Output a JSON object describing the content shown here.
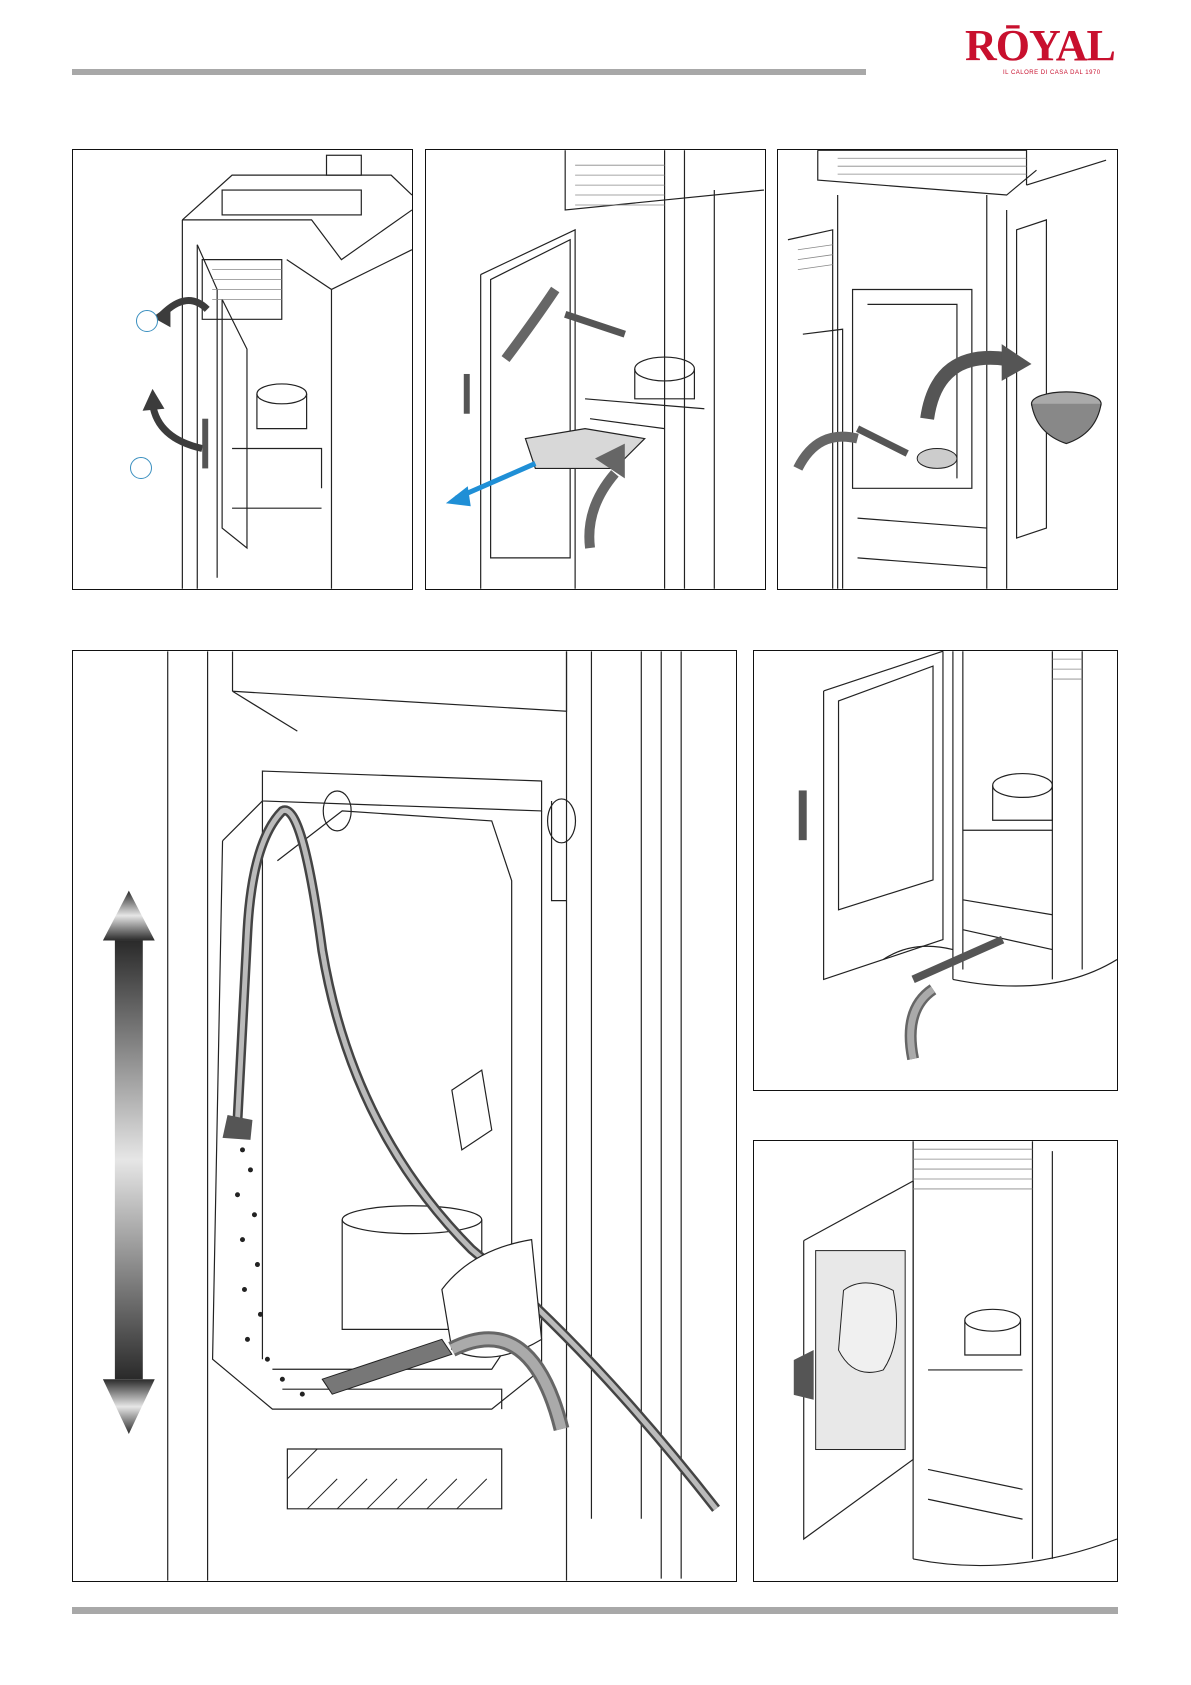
{
  "header": {
    "logo_text": "RŌYAL",
    "logo_tagline": "IL CALORE DI CASA DAL 1970",
    "brand_color": "#c8102e",
    "rule_color": "#a8a8a8"
  },
  "panels": [
    {
      "id": "open-door",
      "steps": [
        "",
        ""
      ]
    },
    {
      "id": "remove-ash-drawer"
    },
    {
      "id": "remove-burn-pot"
    },
    {
      "id": "vacuum-heat-exchanger"
    },
    {
      "id": "vacuum-firebox-base"
    },
    {
      "id": "clean-glass"
    }
  ],
  "colors": {
    "arrow_gray": "#3c3c3c",
    "arrow_blue": "#1f8fd6",
    "step_circle": "#3a8fbf"
  }
}
